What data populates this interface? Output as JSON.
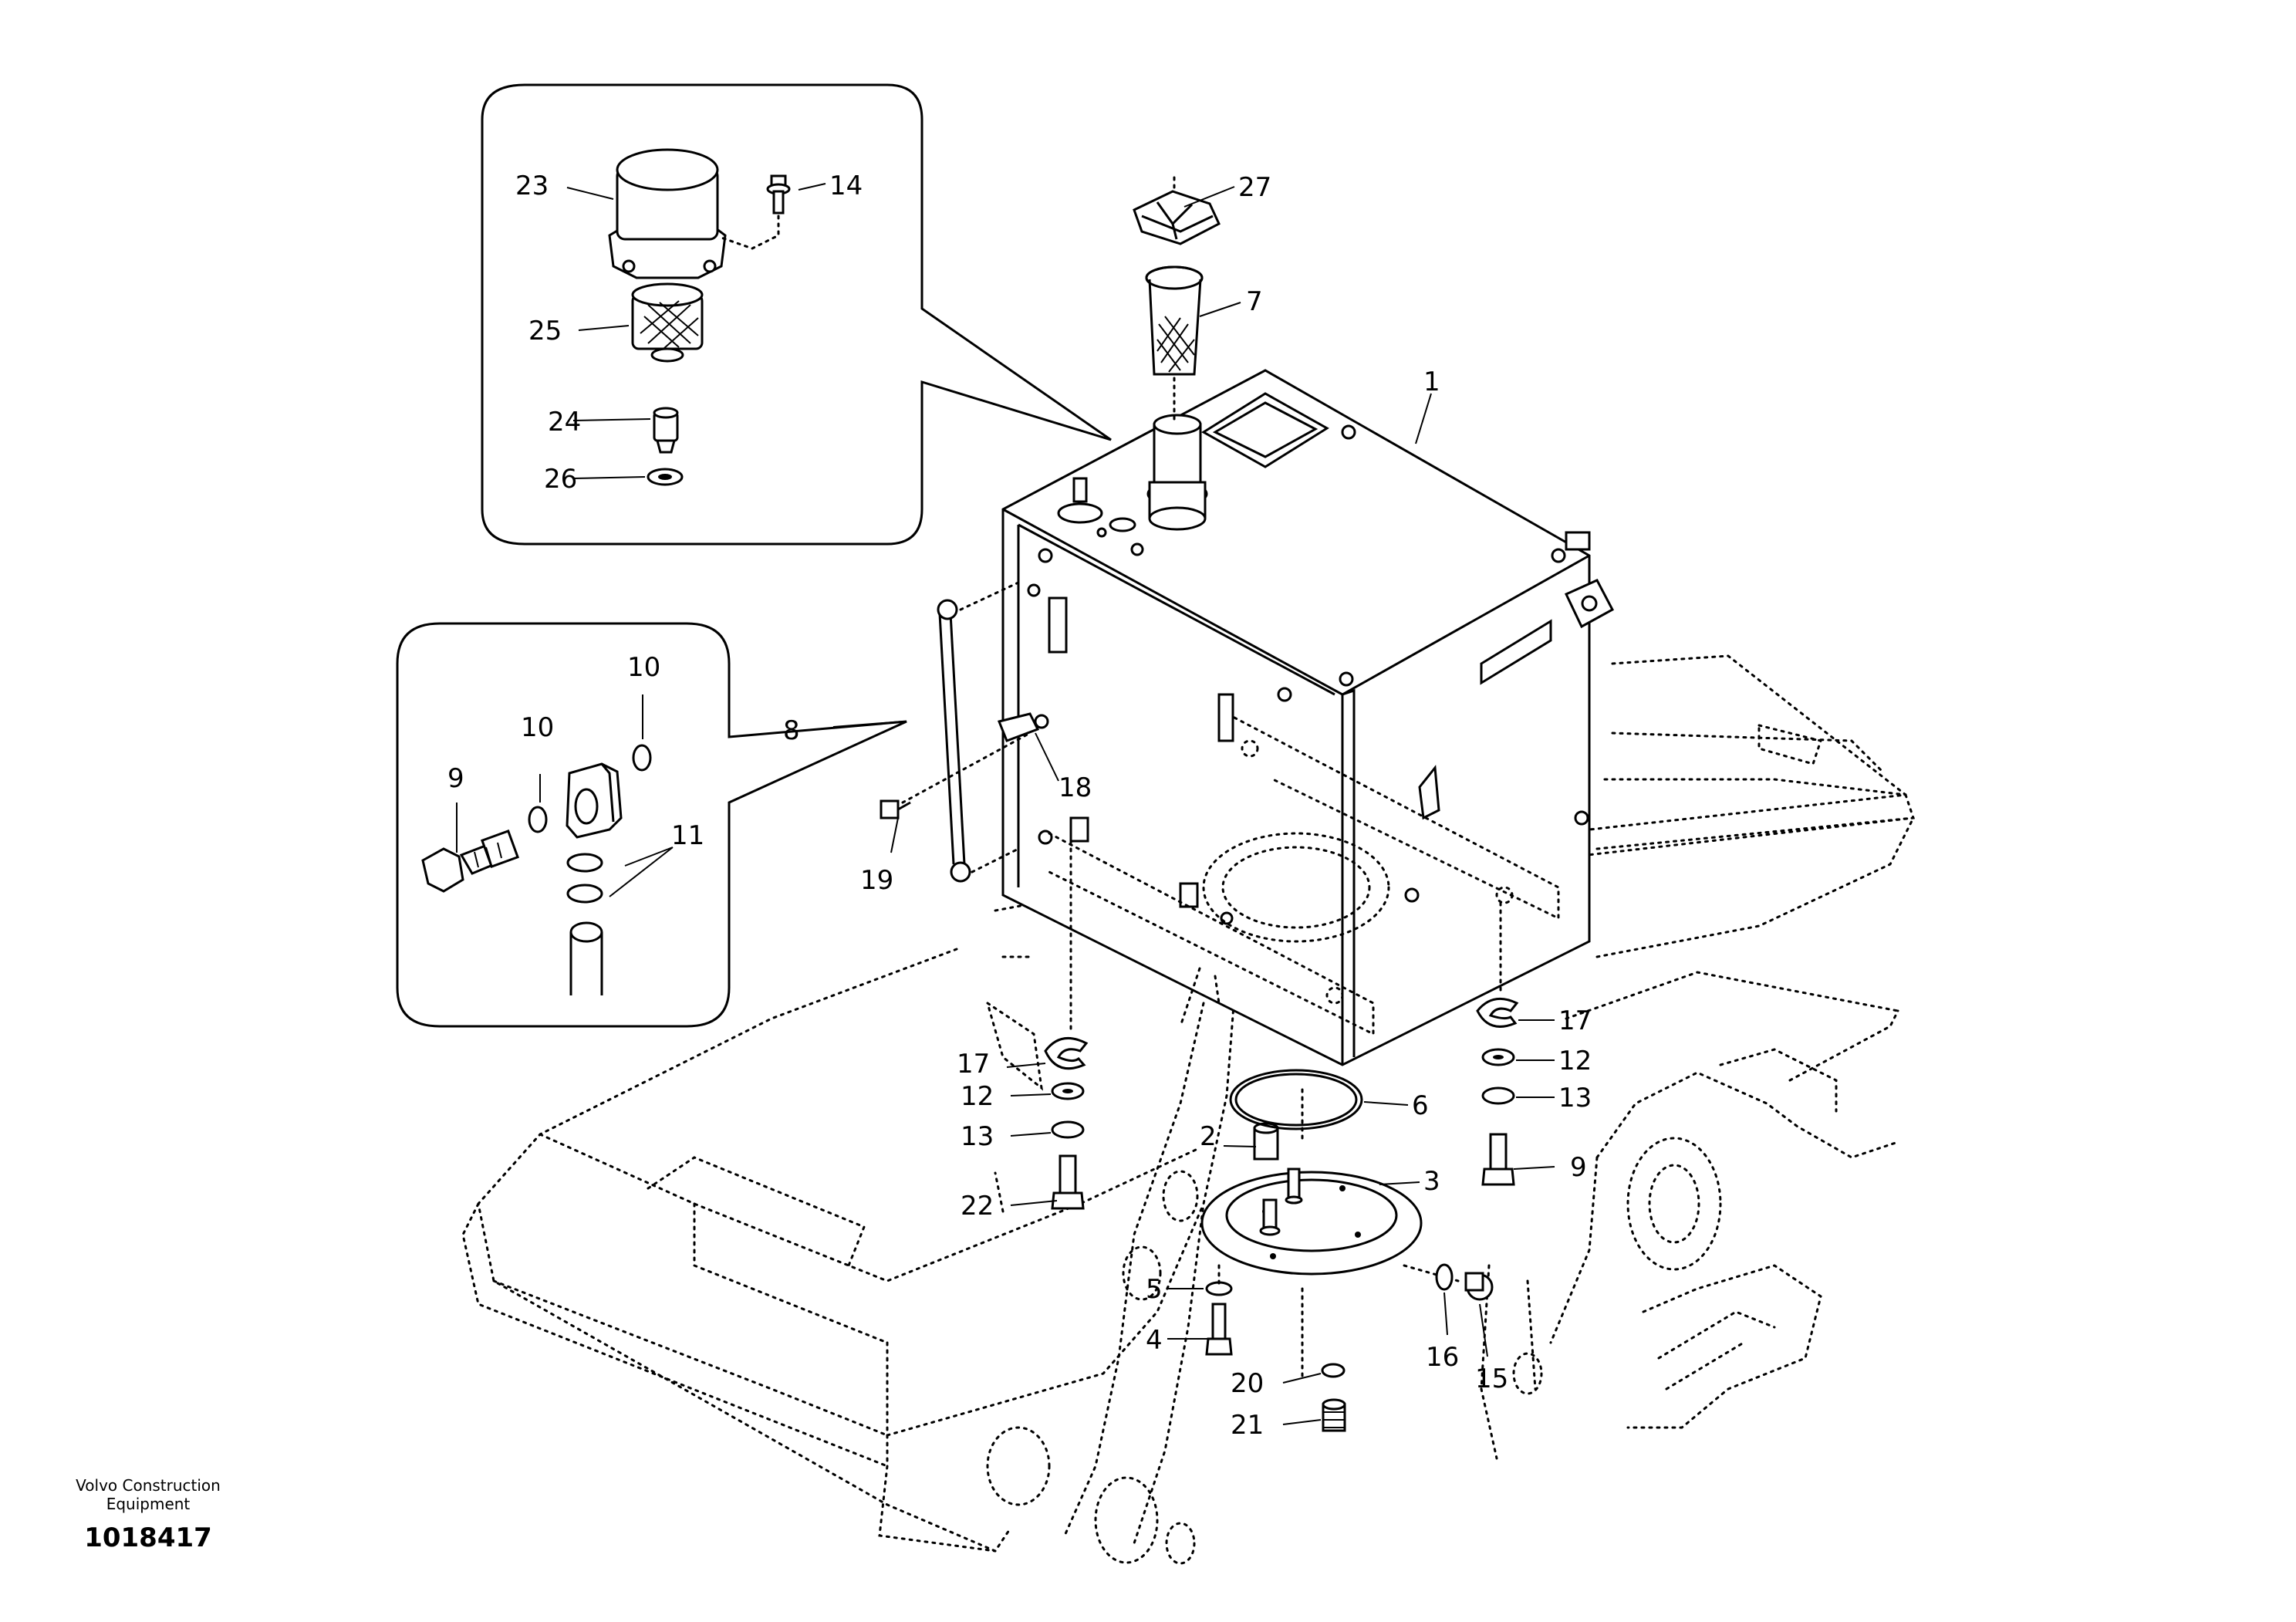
{
  "callouts": {
    "c1": "1",
    "c2": "2",
    "c3": "3",
    "c4": "4",
    "c5": "5",
    "c6": "6",
    "c7": "7",
    "c8": "8",
    "c9a": "9",
    "c9b": "9",
    "c10a": "10",
    "c10b": "10",
    "c11": "11",
    "c12a": "12",
    "c12b": "12",
    "c13a": "13",
    "c13b": "13",
    "c14": "14",
    "c15": "15",
    "c16": "16",
    "c17a": "17",
    "c17b": "17",
    "c18": "18",
    "c19": "19",
    "c20": "20",
    "c21": "21",
    "c22": "22",
    "c23": "23",
    "c24": "24",
    "c25": "25",
    "c26": "26",
    "c27": "27"
  },
  "footer": {
    "company_line1": "Volvo Construction",
    "company_line2": "Equipment",
    "drawing_number": "1018417"
  }
}
